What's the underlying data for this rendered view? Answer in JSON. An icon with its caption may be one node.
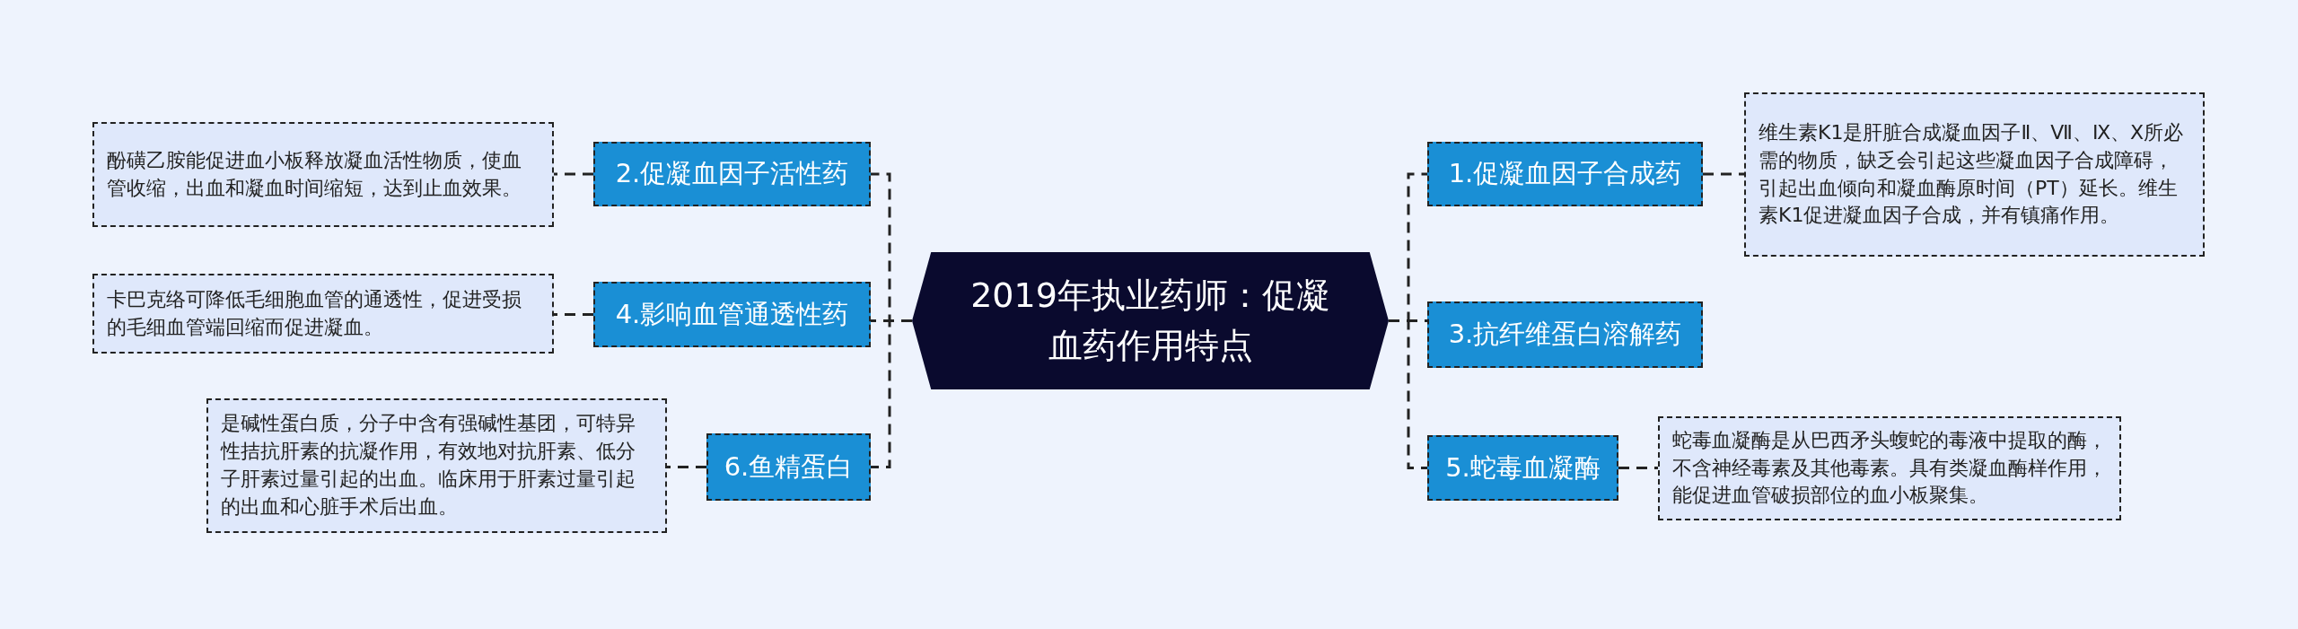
{
  "diagram": {
    "nodes": [
      {
        "text": [
          "2019年执业药师：促凝血药作用特点"
        ]
      },
      {
        "text": [
          "1.促凝血因子合成药"
        ]
      },
      {
        "text": [
          "维生素K1是肝脏合成凝血因子Ⅱ、Ⅶ、Ⅸ、Ⅹ所必需的物质，缺乏会引起这些凝血因子合成障碍，引起出血倾向和凝血酶原时间（PT）延长。维生素K1促进凝血因子合成，并有镇痛作用。"
        ]
      },
      {
        "text": [
          "2.促凝血因子活性药"
        ]
      },
      {
        "text": [
          "酚磺乙胺能促进血小板释放凝血活性物质，使血管收缩，出血和凝血时间缩短，达到止血效果。"
        ]
      },
      {
        "text": [
          "3.抗纤维蛋白溶解药"
        ]
      },
      {
        "text": [
          "4.影响血管通透性药"
        ]
      },
      {
        "text": [
          "卡巴克络可降低毛细胞血管的通透性，促进受损的毛细血管端回缩而促进凝血。"
        ]
      },
      {
        "text": [
          "5.蛇毒血凝酶"
        ]
      },
      {
        "text": [
          "蛇毒血凝酶是从巴西矛头蝮蛇的毒液中提取的酶，不含神经毒素及其他毒素。具有类凝血酶样作用，能促进血管破损部位的血小板聚集。"
        ]
      },
      {
        "text": [
          "6.鱼精蛋白"
        ]
      },
      {
        "text": [
          "是碱性蛋白质，分子中含有强碱性基团，可特异性拮抗肝素的抗凝作用，有效地对抗肝素、低分子肝素过量引起的出血。临床用于肝素过量引起的出血和心脏手术后出血。"
        ]
      }
    ],
    "edges": [
      {
        "from": 0,
        "to": 1,
        "arrow": "none",
        "style": "dashed"
      },
      {
        "from": 1,
        "to": 2,
        "arrow": "none",
        "style": "dashed"
      },
      {
        "from": 0,
        "to": 3,
        "arrow": "none",
        "style": "dashed"
      },
      {
        "from": 3,
        "to": 4,
        "arrow": "none",
        "style": "dashed"
      },
      {
        "from": 0,
        "to": 5,
        "arrow": "none",
        "style": "dashed"
      },
      {
        "from": 0,
        "to": 6,
        "arrow": "none",
        "style": "dashed"
      },
      {
        "from": 6,
        "to": 7,
        "arrow": "none",
        "style": "dashed"
      },
      {
        "from": 0,
        "to": 8,
        "arrow": "none",
        "style": "dashed"
      },
      {
        "from": 8,
        "to": 9,
        "arrow": "none",
        "style": "dashed"
      },
      {
        "from": 0,
        "to": 10,
        "arrow": "none",
        "style": "dashed"
      },
      {
        "from": 10,
        "to": 11,
        "arrow": "none",
        "style": "dashed"
      }
    ]
  }
}
